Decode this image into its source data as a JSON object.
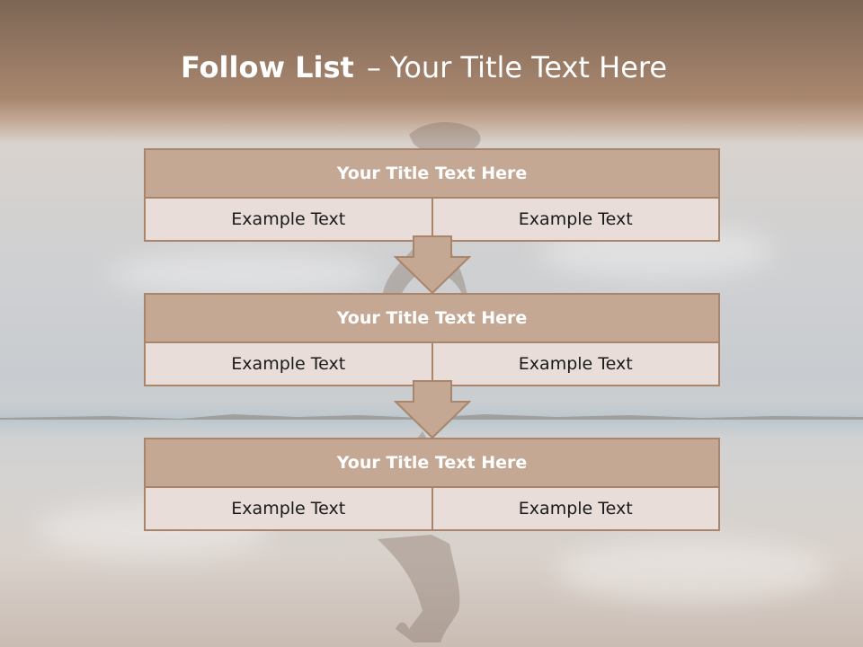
{
  "slide": {
    "title_bold": "Follow List",
    "title_rest": "– Your Title Text Here"
  },
  "blocks": [
    {
      "title": "Your Title Text Here",
      "left": "Example Text",
      "right": "Example Text"
    },
    {
      "title": "Your Title Text Here",
      "left": "Example Text",
      "right": "Example Text"
    },
    {
      "title": "Your Title Text Here",
      "left": "Example Text",
      "right": "Example Text"
    }
  ],
  "colors": {
    "header_band": "#a9876f",
    "block_title_fill": "#c4a894",
    "block_border": "#a9856c",
    "cell_fill": "#e8ddd8",
    "arrow_fill": "#c4a894"
  },
  "icons": [
    "down-arrow-icon",
    "down-arrow-icon"
  ]
}
